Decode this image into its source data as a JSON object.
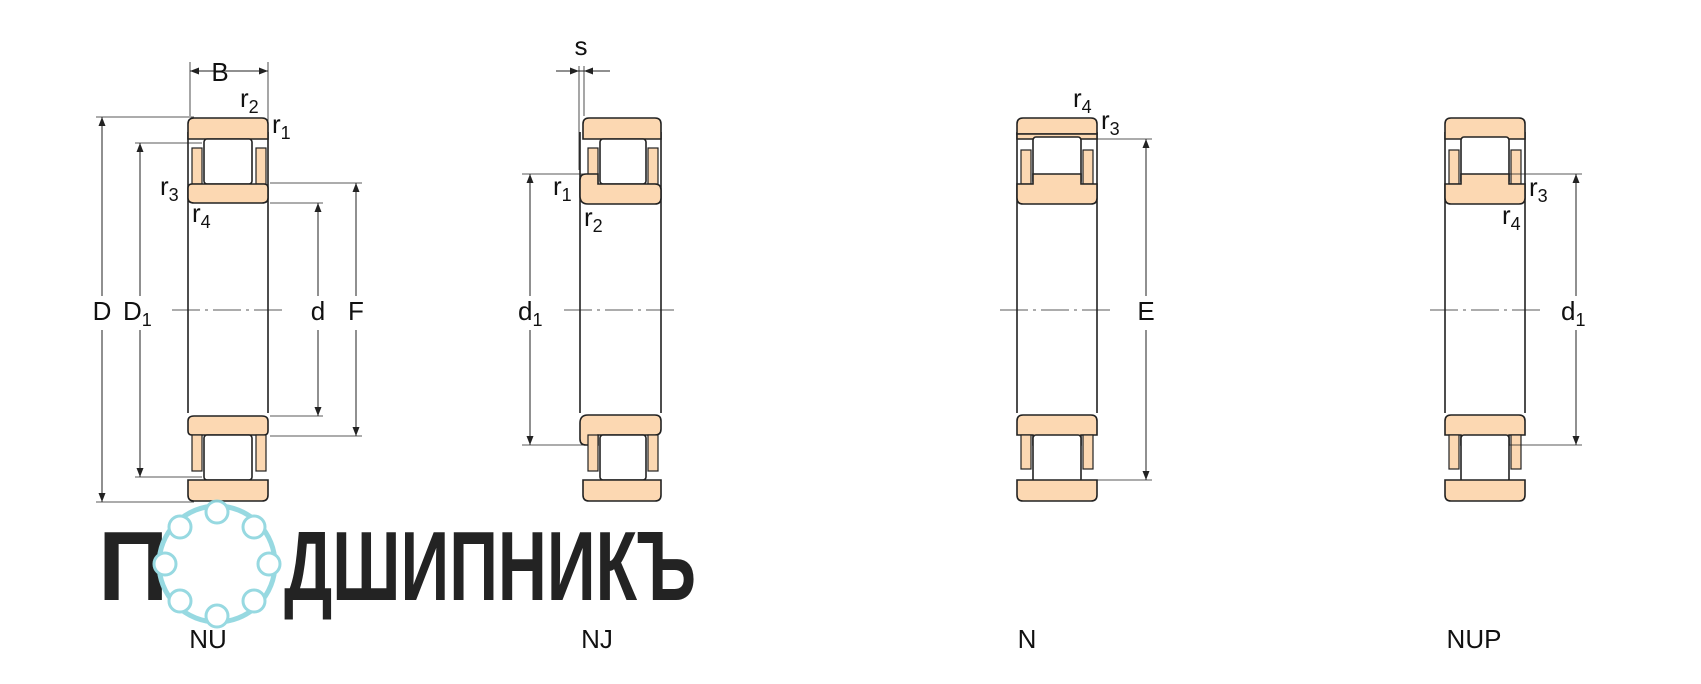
{
  "bearings": [
    {
      "caption": "NU"
    },
    {
      "caption": "NJ"
    },
    {
      "caption": "N"
    },
    {
      "caption": "NUP"
    }
  ],
  "dimension_labels": {
    "B": "B",
    "D": "D",
    "D1": {
      "main": "D",
      "sub": "1"
    },
    "d": "d",
    "F": "F",
    "E": "E",
    "s": "s",
    "d1": {
      "main": "d",
      "sub": "1"
    },
    "r1": {
      "main": "r",
      "sub": "1"
    },
    "r2": {
      "main": "r",
      "sub": "2"
    },
    "r3": {
      "main": "r",
      "sub": "3"
    },
    "r4": {
      "main": "r",
      "sub": "4"
    }
  },
  "watermark": {
    "text": "ДШИПНИКЪ",
    "letter": "П",
    "color": "#8fd6df"
  },
  "colors": {
    "ring_fill": "#fcd8b2",
    "line": "#222222",
    "watermark": "#8fd6df"
  }
}
